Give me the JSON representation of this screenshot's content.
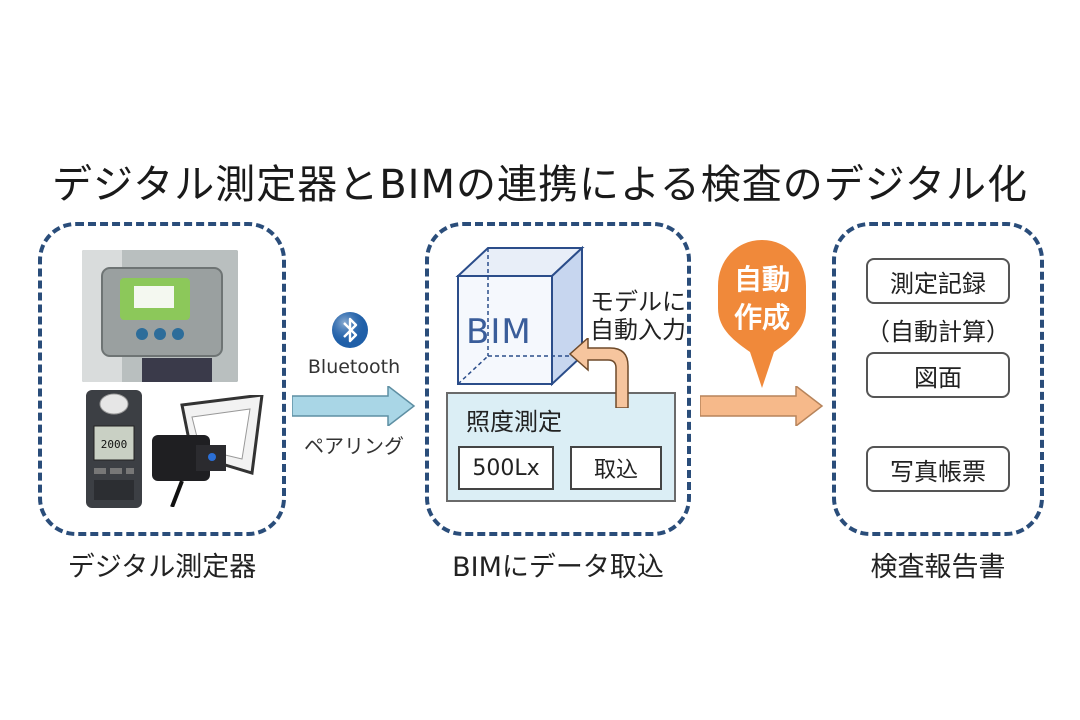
{
  "title": "デジタル測定器とBIMの連携による検査のデジタル化",
  "left_panel": {
    "caption": "デジタル測定器"
  },
  "connection": {
    "bluetooth_label": "Bluetooth",
    "pairing_label": "ペアリング"
  },
  "bim_panel": {
    "cube_label": "BIM",
    "auto_input_line1": "モデルに",
    "auto_input_line2": "自動入力",
    "measure_title": "照度測定",
    "value_box": "500Lx",
    "import_box": "取込",
    "caption": "BIMにデータ取込"
  },
  "auto_create": {
    "line1": "自動",
    "line2": "作成"
  },
  "report_panel": {
    "items": [
      "測定記録",
      "図面",
      "写真帳票"
    ],
    "sub_note": "（自動計算）",
    "caption": "検査報告書"
  },
  "colors": {
    "dashed_border": "#2a4d7a",
    "balloon": "#f0893a",
    "import_arrow": "#a9d6e6",
    "export_arrow": "#f6b98a"
  }
}
